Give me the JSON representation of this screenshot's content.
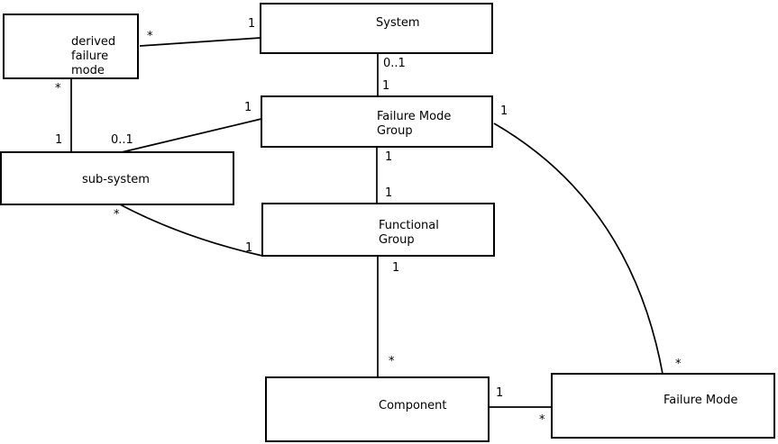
{
  "diagram": {
    "background_color": "#ffffff",
    "line_color": "#000000",
    "text_color": "#000000",
    "nodes": [
      {
        "id": "derived-failure-mode",
        "label": "derived\nfailure\nmode"
      },
      {
        "id": "system",
        "label": "System"
      },
      {
        "id": "failure-mode-group",
        "label": "Failure Mode\nGroup"
      },
      {
        "id": "sub-system",
        "label": "sub-system"
      },
      {
        "id": "functional-group",
        "label": "Functional\nGroup"
      },
      {
        "id": "component",
        "label": "Component"
      },
      {
        "id": "failure-mode",
        "label": "Failure Mode"
      }
    ],
    "edges": [
      {
        "from": "derived failure mode",
        "to": "System",
        "from_label": "*",
        "to_label": "1"
      },
      {
        "from": "derived failure mode",
        "to": "sub-system",
        "from_label": "*",
        "to_label": "1"
      },
      {
        "from": "System",
        "to": "Failure Mode Group",
        "from_label": "0..1",
        "to_label": "1"
      },
      {
        "from": "sub-system",
        "to": "Failure Mode Group",
        "from_label": "0..1",
        "to_label": "1"
      },
      {
        "from": "Failure Mode Group",
        "to": "Functional Group",
        "from_label": "1",
        "to_label": "1"
      },
      {
        "from": "sub-system",
        "to": "Functional Group",
        "from_label": "*",
        "to_label": "1"
      },
      {
        "from": "Functional Group",
        "to": "Component",
        "from_label": "1",
        "to_label": "*"
      },
      {
        "from": "Component",
        "to": "Failure Mode",
        "from_label": "1",
        "to_label": "*"
      },
      {
        "from": "Failure Mode Group",
        "to": "Failure Mode",
        "from_label": "1",
        "to_label": "*"
      }
    ]
  }
}
